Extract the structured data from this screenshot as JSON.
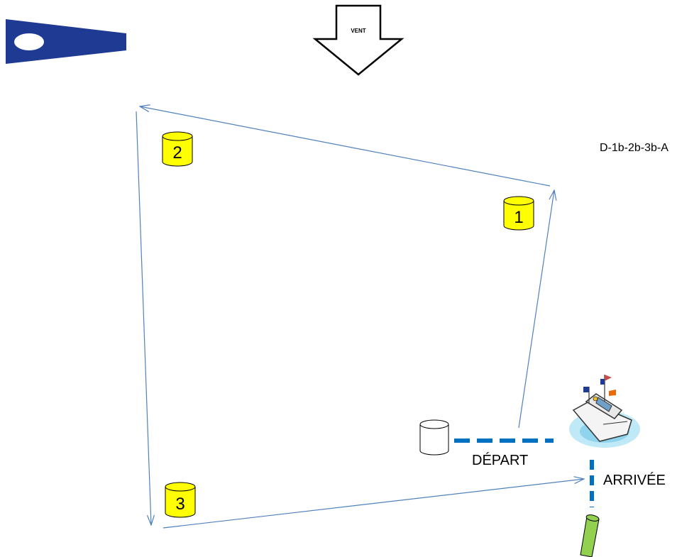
{
  "wind": {
    "label": "VENT"
  },
  "course_code": "D-1b-2b-3b-A",
  "marks": [
    {
      "number": "1",
      "color": "#ffff00"
    },
    {
      "number": "2",
      "color": "#ffff00"
    },
    {
      "number": "3",
      "color": "#ffff00"
    }
  ],
  "start": {
    "label": "DÉPART",
    "line_color": "#0070c0"
  },
  "finish": {
    "label": "ARRIVÉE",
    "line_color": "#0070c0"
  },
  "course_line_color": "#4f81bd",
  "flag_color": "#1f3a93",
  "finish_buoy_color": "#92d050",
  "start_buoy_color": "#ffffff",
  "icons": {
    "flag": "pennant-flag-icon",
    "wind": "wind-arrow-icon",
    "committee_boat": "committee-boat-icon",
    "start_buoy": "start-buoy-icon",
    "finish_buoy": "finish-buoy-icon"
  }
}
